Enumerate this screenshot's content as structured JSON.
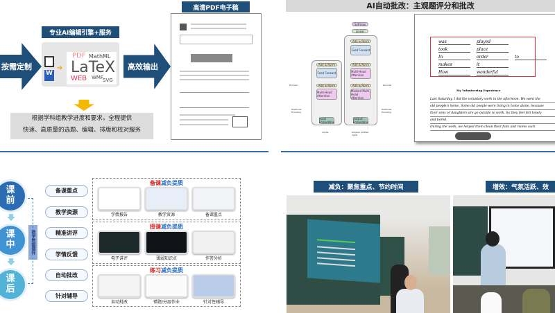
{
  "q1": {
    "left_arrow": "按需定制",
    "engine_title": "专业AI编辑引擎+服务",
    "engine_formats": [
      "PDF",
      "MathML",
      "LaTeX",
      "WEB",
      "WMF",
      "SVG"
    ],
    "mid_arrow": "高效输出",
    "pdf_title": "高清PDF电子稿",
    "desc_line1": "根据学科组教学进度和要求，全程提供",
    "desc_line2": "快速、高质量的选题、编辑、排版和校对服务"
  },
  "q2": {
    "title": "AI自动批改：主观题评分和批改",
    "diagram": {
      "encoder": "Encoder",
      "decoder": "Decoder",
      "inputs": "Inputs",
      "outputs": "Outputs (shifted right)",
      "softmax": "Softmax",
      "linear": "Linear",
      "add_norm": "Add & Norm",
      "feed_forward": "Feed Forward",
      "mha": "Multi-Head Attention",
      "masked_mha": "Masked Multi-Head Attention",
      "input_emb": "Input Embedding",
      "output_emb": "Output Embedding",
      "pos_enc": "Positional Encoding"
    },
    "answers": [
      [
        "was",
        "played",
        ""
      ],
      [
        "took",
        "place",
        ""
      ],
      [
        "In",
        "order",
        "to"
      ],
      [
        "makes",
        "it",
        ""
      ],
      [
        "How",
        "wonderful",
        ""
      ]
    ],
    "essay_title": "My Volunteering Experience",
    "essay_lines": [
      "Last Saturday, I did the voluntary work in the afternoon. We went the",
      "old people's home. Some old people were living in home alone, because",
      "their sons or daughters are go outside to work. So they feel felt lonely",
      "and bored.",
      "During the work, we helped them clean their flats and rooms such"
    ]
  },
  "q3": {
    "stages": [
      {
        "c1": "课",
        "c2": "前",
        "colors": "#2b6cb5",
        "items": [
          "备课重点",
          "教学资源"
        ]
      },
      {
        "c1": "课",
        "c2": "中",
        "colors": "#3f93d3",
        "items": [
          "精准讲评",
          "学情反馈"
        ]
      },
      {
        "c1": "课",
        "c2": "后",
        "colors": "#52b3d6",
        "items": [
          "自动批改",
          "针对辅导"
        ]
      }
    ],
    "loop_label": "教学数据循环",
    "panels": [
      {
        "red": "备课",
        "blue": "减负提质",
        "caps": [
          "学情报告",
          "教学资源",
          "备课重点"
        ]
      },
      {
        "red": "授课",
        "blue": "减负提质",
        "caps": [
          "电子讲评",
          "薄弱知识点",
          "作答分析"
        ]
      },
      {
        "red": "练习",
        "blue": "减负提质",
        "caps": [
          "自动批改",
          "错题/分层作业",
          "针对性辅导"
        ]
      }
    ]
  },
  "q4": {
    "photo1_title": "减负：聚焦重点、节约时间",
    "photo2_title": "增效：气氛活跃、效"
  }
}
